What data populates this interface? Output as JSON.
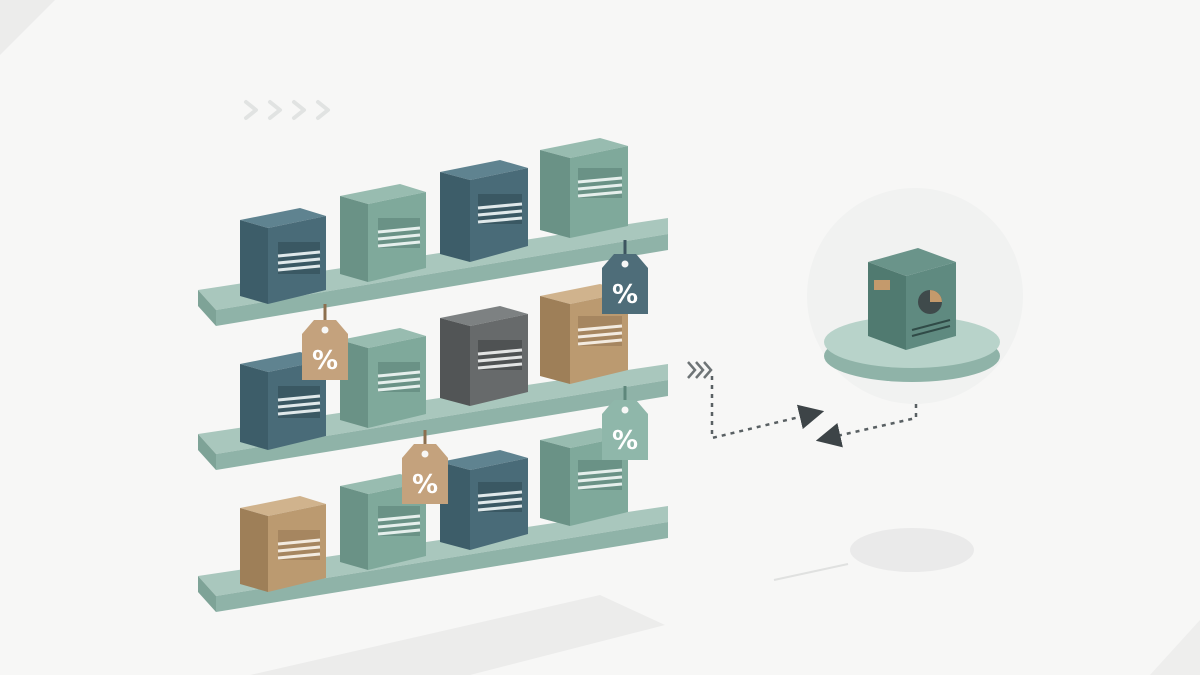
{
  "scene": {
    "description_free": true,
    "palette": {
      "background": "#f7f7f6",
      "shelf_top": "#a9c7bd",
      "shelf_front": "#8fb3a8",
      "shelf_side": "#7ea397",
      "box_navy": "#496b78",
      "box_sage": "#7fa99b",
      "box_gray": "#676a6b",
      "box_tan": "#bb9a70",
      "tag_tan": "#c4a27d",
      "tag_navy": "#4e6d79",
      "tag_sage": "#8fb7aa",
      "connector": "#6e7476"
    },
    "tags": [
      {
        "symbol": "%",
        "color": "tag_navy"
      },
      {
        "symbol": "%",
        "color": "tag_tan"
      },
      {
        "symbol": "%",
        "color": "tag_sage"
      },
      {
        "symbol": "%",
        "color": "tag_tan"
      }
    ],
    "shelves": [
      {
        "boxes": [
          "box_navy",
          "box_sage",
          "box_navy",
          "box_sage"
        ]
      },
      {
        "boxes": [
          "box_navy",
          "box_sage",
          "box_gray",
          "box_tan"
        ]
      },
      {
        "boxes": [
          "box_tan",
          "box_sage",
          "box_navy",
          "box_sage"
        ]
      }
    ],
    "icons": [
      "chevron-arrows-icon",
      "dotted-flow-arrow-icon",
      "pos-device-icon"
    ]
  }
}
